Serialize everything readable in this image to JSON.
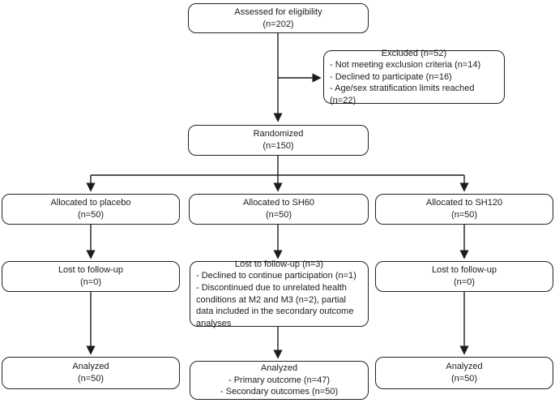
{
  "diagram": {
    "type": "consort-flow-diagram",
    "colors": {
      "background": "#ffffff",
      "line": "#1c1c1c",
      "box_border": "#222222",
      "text": "#1c1c1c"
    },
    "boxes": {
      "assessed": {
        "line1": "Assessed for eligibility",
        "line2": "(n=202)"
      },
      "excluded": {
        "title": "Excluded (n=52)",
        "items": [
          "- Not meeting exclusion criteria (n=14)",
          "- Declined to participate (n=16)",
          "- Age/sex stratification limits reached (n=22)"
        ]
      },
      "randomized": {
        "line1": "Randomized",
        "line2": "(n=150)"
      },
      "alloc_placebo": {
        "line1": "Allocated to placebo",
        "line2": "(n=50)"
      },
      "alloc_sh60": {
        "line1": "Allocated to SH60",
        "line2": "(n=50)"
      },
      "alloc_sh120": {
        "line1": "Allocated to SH120",
        "line2": "(n=50)"
      },
      "lost_placebo": {
        "line1": "Lost to follow-up",
        "line2": "(n=0)"
      },
      "lost_sh60": {
        "title": "Lost to follow-up (n=3)",
        "items": [
          "- Declined to continue participation (n=1)",
          "- Discontinued due to unrelated health conditions at M2 and M3 (n=2), partial data included in the secondary outcome analyses"
        ]
      },
      "lost_sh120": {
        "line1": "Lost to follow-up",
        "line2": "(n=0)"
      },
      "analyzed_placebo": {
        "line1": "Analyzed",
        "line2": "(n=50)"
      },
      "analyzed_sh60": {
        "title": "Analyzed",
        "items": [
          "- Primary outcome (n=47)",
          "- Secondary outcomes (n=50)"
        ]
      },
      "analyzed_sh120": {
        "line1": "Analyzed",
        "line2": "(n=50)"
      }
    }
  }
}
